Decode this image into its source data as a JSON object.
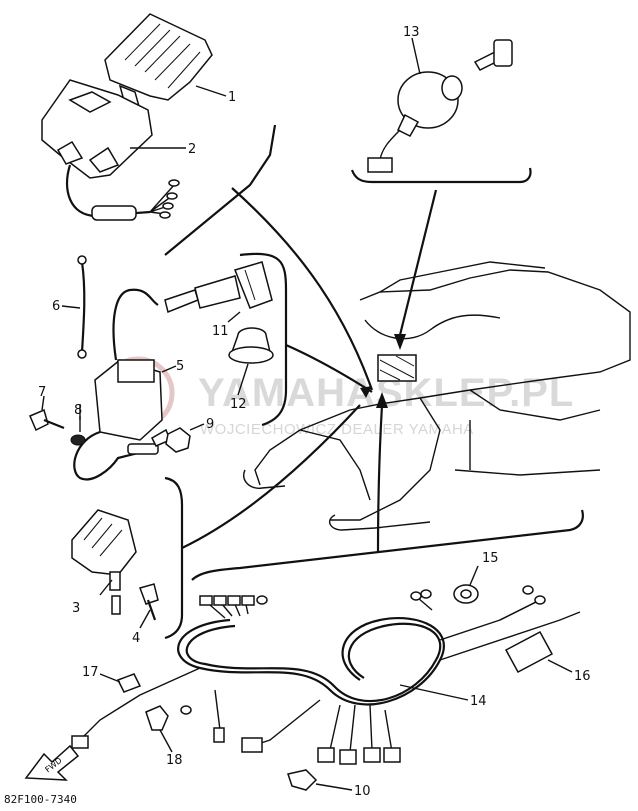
{
  "diagram": {
    "code": "82F100-7340",
    "watermark": {
      "main": "YAMAHASKLEP.PL",
      "sub": "WOJCIECHOWICZ DEALER YAMAHA"
    },
    "parts": [
      {
        "label": "1"
      },
      {
        "label": "2"
      },
      {
        "label": "3"
      },
      {
        "label": "4"
      },
      {
        "label": "5"
      },
      {
        "label": "6"
      },
      {
        "label": "7"
      },
      {
        "label": "8"
      },
      {
        "label": "9"
      },
      {
        "label": "10"
      },
      {
        "label": "11"
      },
      {
        "label": "12"
      },
      {
        "label": "13"
      },
      {
        "label": "14"
      },
      {
        "label": "15"
      },
      {
        "label": "16"
      },
      {
        "label": "17"
      },
      {
        "label": "18"
      }
    ],
    "fwd_arrow": "FWD"
  }
}
